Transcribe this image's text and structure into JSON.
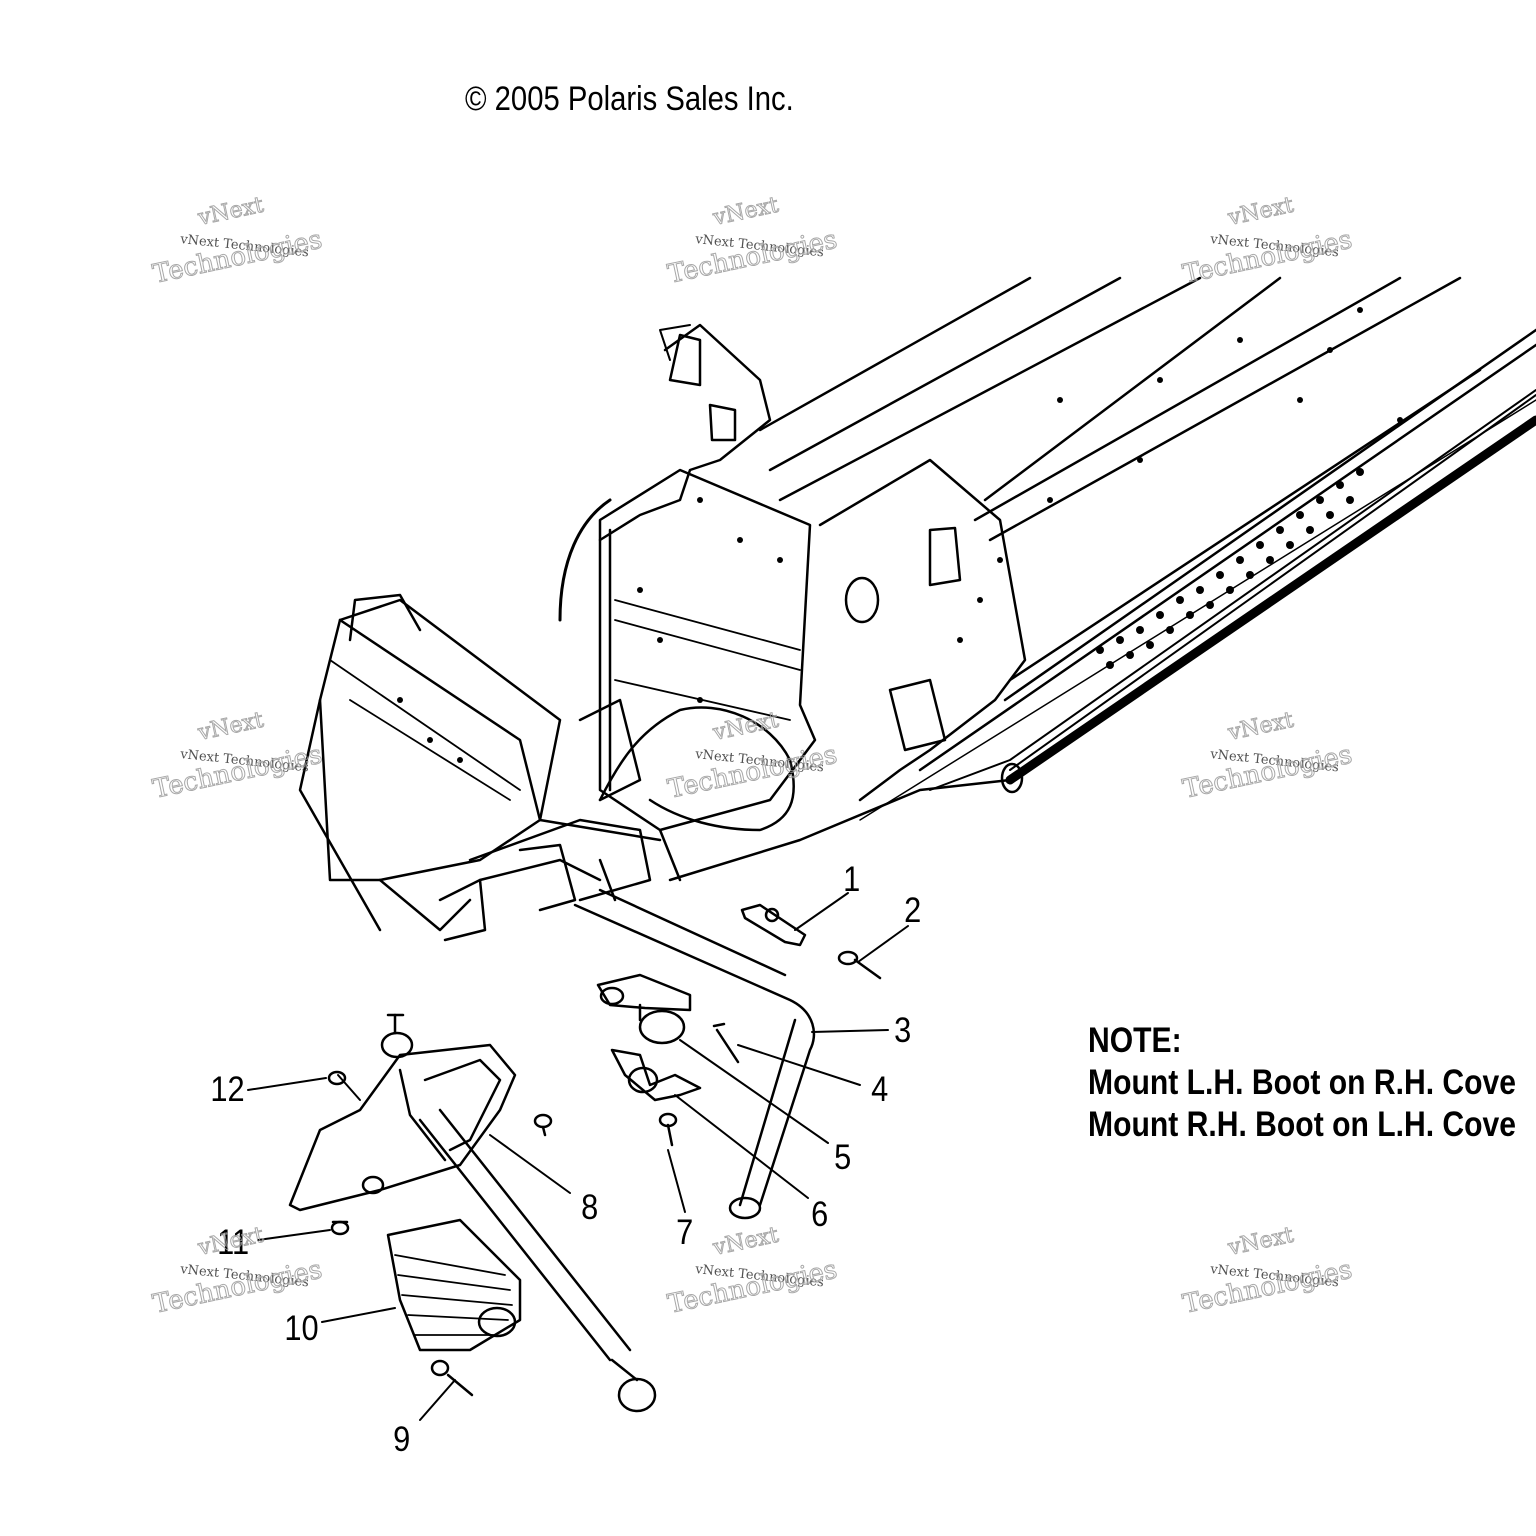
{
  "copyright": "© 2005 Polaris Sales Inc.",
  "note": {
    "heading": "NOTE:",
    "line1": "Mount L.H. Boot on R.H. Cove",
    "line2": "Mount R.H. Boot on L.H. Cove"
  },
  "callouts": [
    "1",
    "2",
    "3",
    "4",
    "5",
    "6",
    "7",
    "8",
    "9",
    "10",
    "11",
    "12"
  ],
  "watermark": {
    "brand": "vNext",
    "line1": "vNext Technologies",
    "line2": "Technologies"
  }
}
